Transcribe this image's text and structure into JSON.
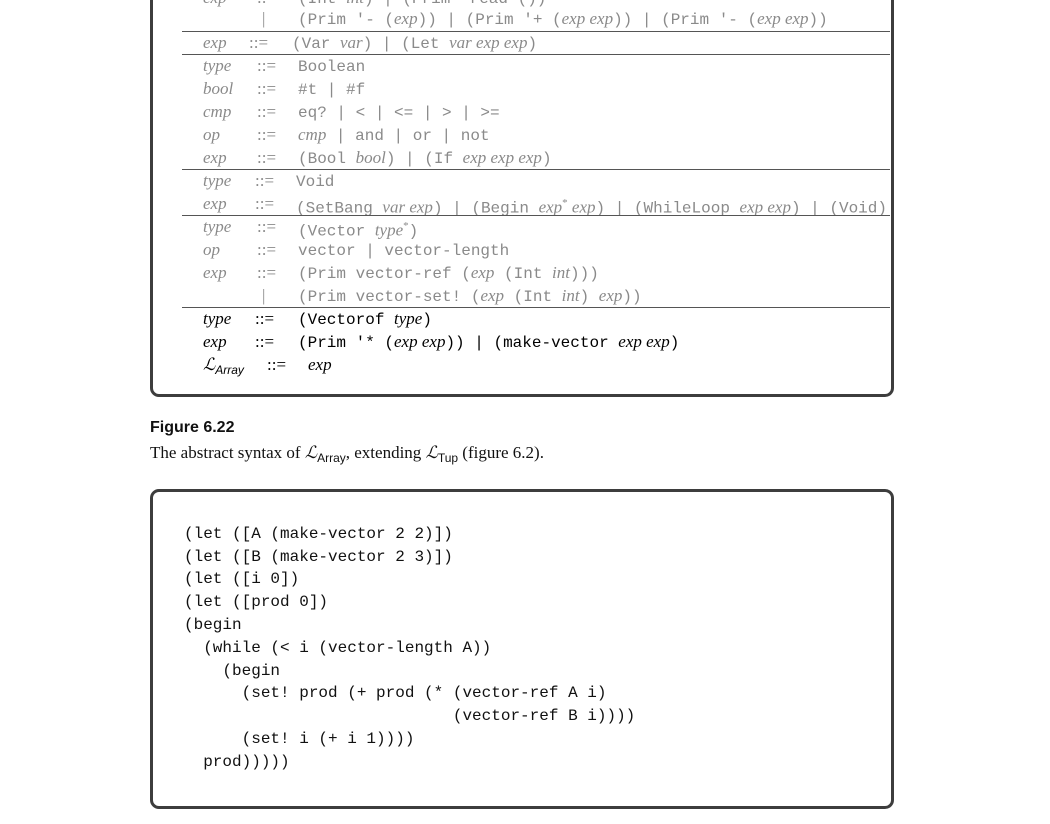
{
  "grammar": {
    "rows": [
      {
        "lhs": "exp",
        "op": "::=",
        "rhs": "(Int int) | (Prim 'read ())",
        "style": "faded"
      },
      {
        "lhs": "",
        "op": "|",
        "rhs": "(Prim '- (exp)) | (Prim '+ (exp exp)) | (Prim '- (exp exp))",
        "style": "faded"
      },
      {
        "lhs": "exp",
        "op": "::=",
        "rhs": "(Var var) | (Let var exp exp)",
        "style": "faded"
      },
      {
        "lhs": "type",
        "op": "::=",
        "rhs": "Boolean",
        "style": "faded"
      },
      {
        "lhs": "bool",
        "op": "::=",
        "rhs": "#t | #f",
        "style": "faded"
      },
      {
        "lhs": "cmp",
        "op": "::=",
        "rhs": "eq? | < | <= | > | >=",
        "style": "faded"
      },
      {
        "lhs": "op",
        "op": "::=",
        "rhs": "cmp | and | or | not",
        "style": "faded"
      },
      {
        "lhs": "exp",
        "op": "::=",
        "rhs": "(Bool bool) | (If exp exp exp)",
        "style": "faded"
      },
      {
        "lhs": "type",
        "op": "::=",
        "rhs": "Void",
        "style": "faded"
      },
      {
        "lhs": "exp",
        "op": "::=",
        "rhs": "(SetBang var exp) | (Begin exp* exp) | (WhileLoop exp exp) | (Void)",
        "style": "faded"
      },
      {
        "lhs": "type",
        "op": "::=",
        "rhs": "(Vector type*)",
        "style": "faded"
      },
      {
        "lhs": "op",
        "op": "::=",
        "rhs": "vector | vector-length",
        "style": "faded"
      },
      {
        "lhs": "exp",
        "op": "::=",
        "rhs": "(Prim vector-ref (exp (Int int)))",
        "style": "faded"
      },
      {
        "lhs": "",
        "op": "|",
        "rhs": "(Prim vector-set! (exp (Int int) exp))",
        "style": "faded"
      },
      {
        "lhs": "type",
        "op": "::=",
        "rhs": "(Vectorof type)",
        "style": "strong"
      },
      {
        "lhs": "exp",
        "op": "::=",
        "rhs": "(Prim '* (exp exp)) | (make-vector exp exp)",
        "style": "strong"
      },
      {
        "lhs": "LArray",
        "op": "::=",
        "rhs": "exp",
        "style": "strong"
      }
    ],
    "lang_symbol": "ℒ",
    "lang_sub": "Array"
  },
  "caption": {
    "title": "Figure 6.22",
    "text_before": "The abstract syntax of ",
    "lang1_symbol": "ℒ",
    "lang1_sub": "Array",
    "text_middle": ", extending ",
    "lang2_symbol": "ℒ",
    "lang2_sub": "Tup",
    "text_after": " (figure 6.2)."
  },
  "code": {
    "lines": [
      "(let ([A (make-vector 2 2)])",
      "(let ([B (make-vector 2 3)])",
      "(let ([i 0])",
      "(let ([prod 0])",
      "(begin",
      "  (while (< i (vector-length A))",
      "    (begin",
      "      (set! prod (+ prod (* (vector-ref A i)",
      "                            (vector-ref B i))))",
      "      (set! i (+ i 1))))",
      "  prod)))))"
    ]
  }
}
